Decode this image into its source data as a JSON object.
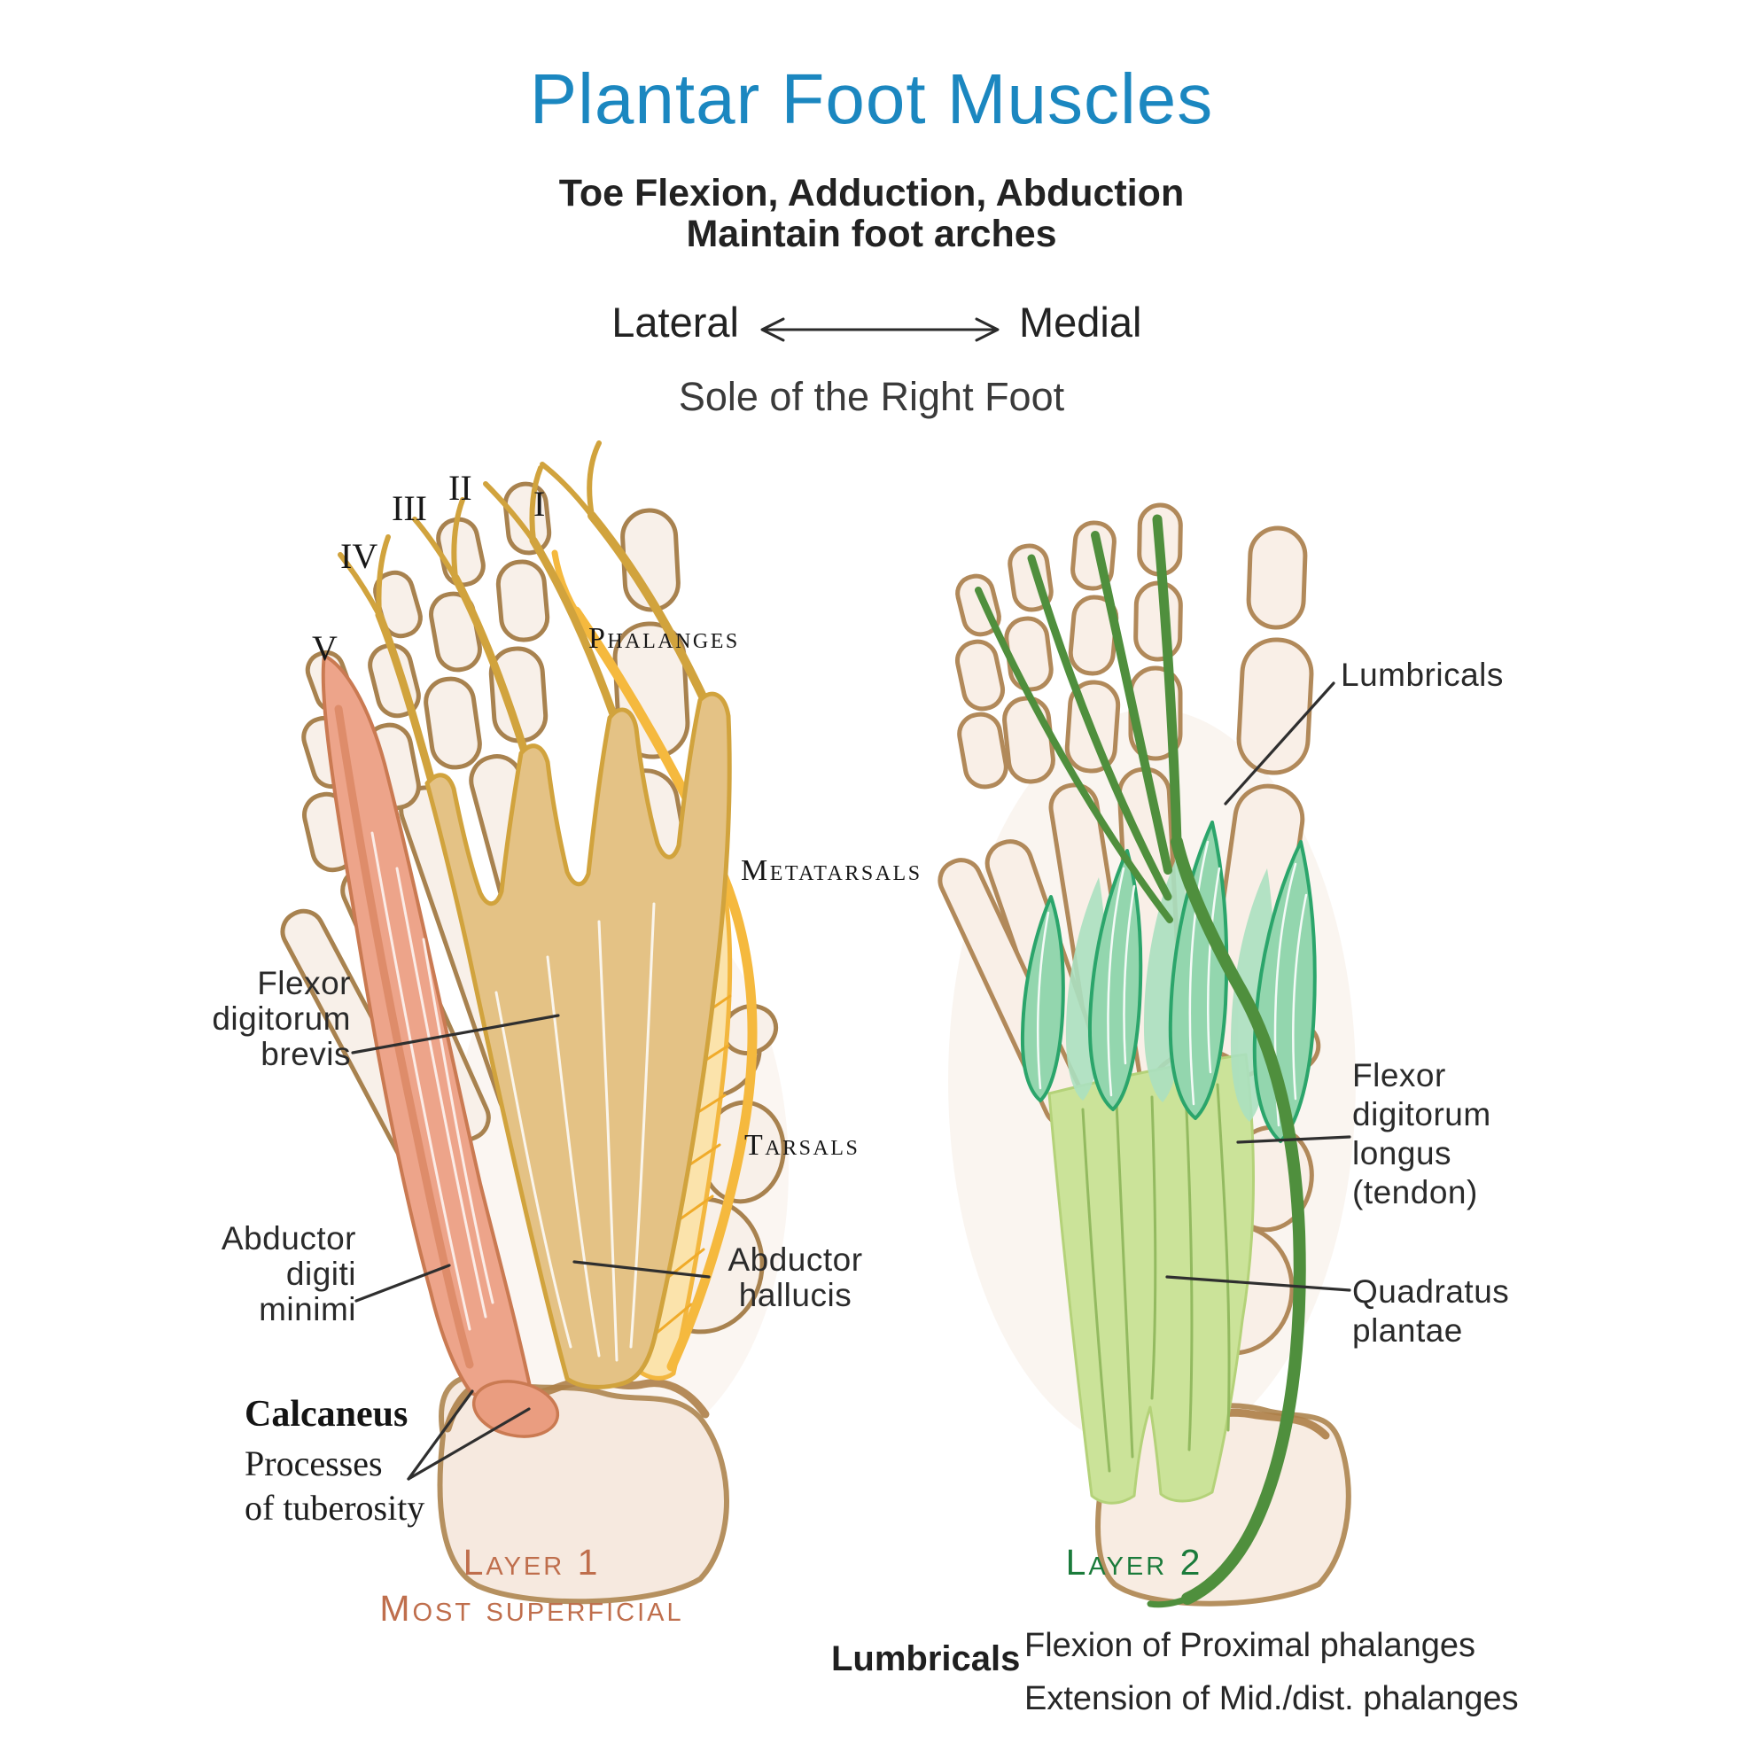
{
  "colors": {
    "title_blue": "#1b87c0",
    "text_dark": "#222222",
    "bone_outline": "#a8824f",
    "bone_fill": "#f8f0e9",
    "tendon_mustard": "#d1a33d",
    "tendon_gold": "#f5b93e",
    "flexor_digitorum_brevis_fill": "#e4c285",
    "abductor_digiti_minimi_fill": "#eda48a",
    "abductor_hallucis_fill": "#fbe3ab",
    "fdl_tendon_green": "#4f8f3d",
    "lumbricals_mint": "#93d6ae",
    "quadratus_plantae_fill": "#cbe399",
    "layer1_caption": "#bf6e4c",
    "layer2_caption": "#1b7b3b"
  },
  "header": {
    "title": "Plantar Foot Muscles",
    "subtitle1": "Toe Flexion, Adduction, Abduction",
    "subtitle2": "Maintain foot arches",
    "lateral": "Lateral",
    "medial": "Medial",
    "view": "Sole of the Right Foot"
  },
  "toe_numerals": {
    "v": "V",
    "iv": "IV",
    "iii": "III",
    "ii": "II",
    "i": "I"
  },
  "bone_labels": {
    "phalanges": "Phalanges",
    "metatarsals": "Metatarsals",
    "tarsals": "Tarsals"
  },
  "layer1_labels": {
    "fdb": [
      "Flexor",
      "digitorum",
      "brevis"
    ],
    "adm": [
      "Abductor",
      "digiti",
      "minimi"
    ],
    "ah": [
      "Abductor",
      "hallucis"
    ],
    "calcaneus_title": "Calcaneus",
    "calcaneus_sub": [
      "Processes",
      "of tuberosity"
    ],
    "caption": "Layer 1",
    "caption_sub": "Most superficial"
  },
  "layer2_labels": {
    "lumbricals": "Lumbricals",
    "fdl": [
      "Flexor",
      "digitorum",
      "longus",
      "(tendon)"
    ],
    "qp": [
      "Quadratus",
      "plantae"
    ],
    "caption": "Layer 2"
  },
  "footnote": {
    "term": "Lumbricals",
    "line1": "Flexion of Proximal phalanges",
    "line2": "Extension of Mid./dist. phalanges"
  }
}
